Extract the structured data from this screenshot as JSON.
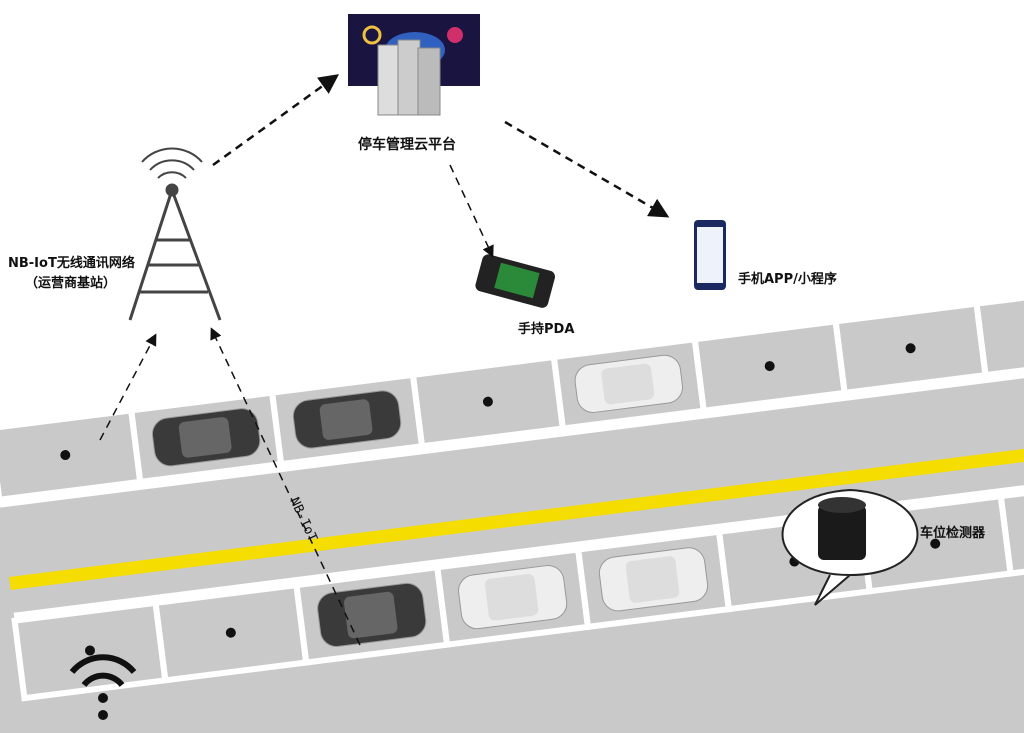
{
  "labels": {
    "cloud_platform": "停车管理云平台",
    "network_line1": "NB-IoT无线通讯网络",
    "network_line2": "（运营商基站）",
    "pda": "手持PDA",
    "mobile_app": "手机APP/小程序",
    "detector": "车位检测器",
    "nbiot_link": "NB-IoT"
  },
  "colors": {
    "road": "#c8c8c8",
    "yellow_line": "#f7e000",
    "dark_car": "#3a3a3a",
    "white_car": "#eeeeee"
  }
}
